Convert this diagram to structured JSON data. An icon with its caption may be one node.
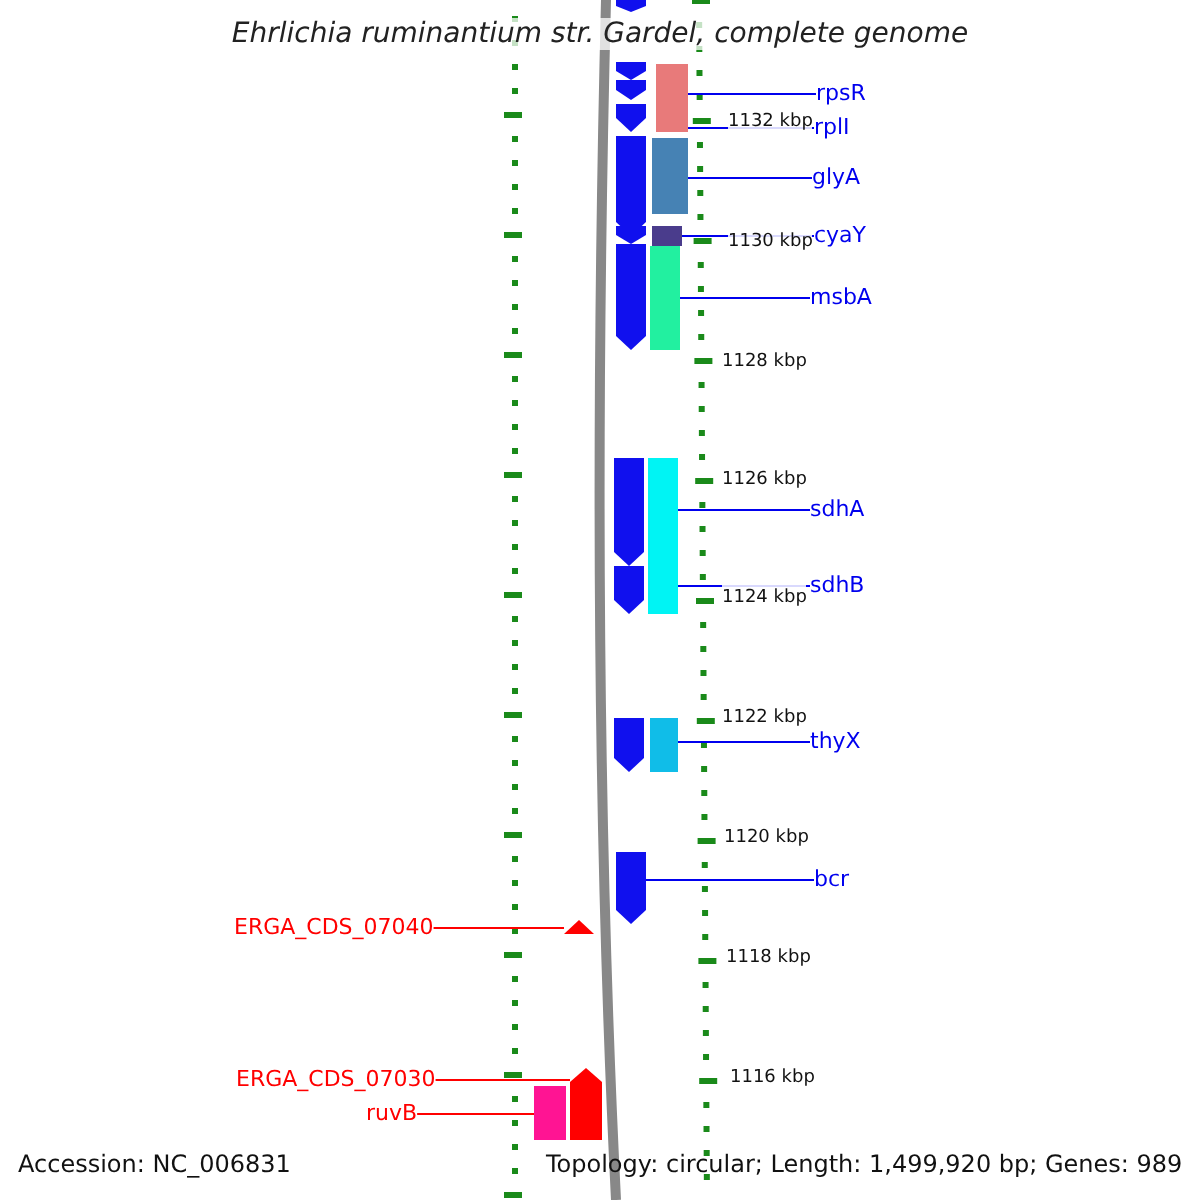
{
  "diagram": {
    "title": "Ehrlichia ruminantium str. Gardel, complete genome",
    "nodes": [
      {
        "text": [
          "rpsR"
        ]
      },
      {
        "text": [
          "rplI"
        ]
      },
      {
        "text": [
          "glyA"
        ]
      },
      {
        "text": [
          "cyaY"
        ]
      },
      {
        "text": [
          "msbA"
        ]
      },
      {
        "text": [
          "sdhA"
        ]
      },
      {
        "text": [
          "sdhB"
        ]
      },
      {
        "text": [
          "thyX"
        ]
      },
      {
        "text": [
          "bcr"
        ]
      },
      {
        "text": [
          "ERGA_CDS_07040"
        ]
      },
      {
        "text": [
          "ERGA_CDS_07030"
        ]
      },
      {
        "text": [
          "ruvB"
        ]
      },
      {
        "text": [],
        "shape": "bar"
      },
      {
        "text": [],
        "shape": "bar"
      },
      {
        "text": [],
        "shape": "bar"
      },
      {
        "text": [],
        "shape": "bar"
      },
      {
        "text": [],
        "shape": "bar"
      },
      {
        "text": [],
        "shape": "bar"
      },
      {
        "text": [],
        "shape": "bar"
      },
      {
        "text": [],
        "shape": "bar"
      },
      {
        "text": [],
        "shape": "bar"
      },
      {
        "text": [],
        "shape": "bar"
      },
      {
        "text": [],
        "shape": "bar"
      },
      {
        "text": [],
        "shape": "bar"
      }
    ],
    "edges": [
      {
        "from": 0,
        "to": 12,
        "arrow": "none"
      },
      {
        "from": 1,
        "to": 13,
        "arrow": "none"
      },
      {
        "from": 2,
        "to": 14,
        "arrow": "none"
      },
      {
        "from": 3,
        "to": 15,
        "arrow": "none"
      },
      {
        "from": 4,
        "to": 16,
        "arrow": "none"
      },
      {
        "from": 5,
        "to": 17,
        "arrow": "none"
      },
      {
        "from": 6,
        "to": 18,
        "arrow": "none"
      },
      {
        "from": 7,
        "to": 19,
        "arrow": "none"
      },
      {
        "from": 8,
        "to": 20,
        "arrow": "none"
      },
      {
        "from": 9,
        "to": 21,
        "arrow": "none",
        "color": "#ff0000"
      },
      {
        "from": 10,
        "to": 23,
        "arrow": "none",
        "color": "#ff0000"
      },
      {
        "from": 11,
        "to": 22,
        "arrow": "none",
        "color": "#ff0000"
      }
    ],
    "labels": [
      "1132 kbp",
      "1130 kbp",
      "1128 kbp",
      "1126 kbp",
      "1124 kbp",
      "1122 kbp",
      "1120 kbp",
      "1118 kbp",
      "1116 kbp",
      "Accession: NC_006831",
      "Topology: circular; Length: 1,499,920 bp; Genes: 989"
    ]
  }
}
